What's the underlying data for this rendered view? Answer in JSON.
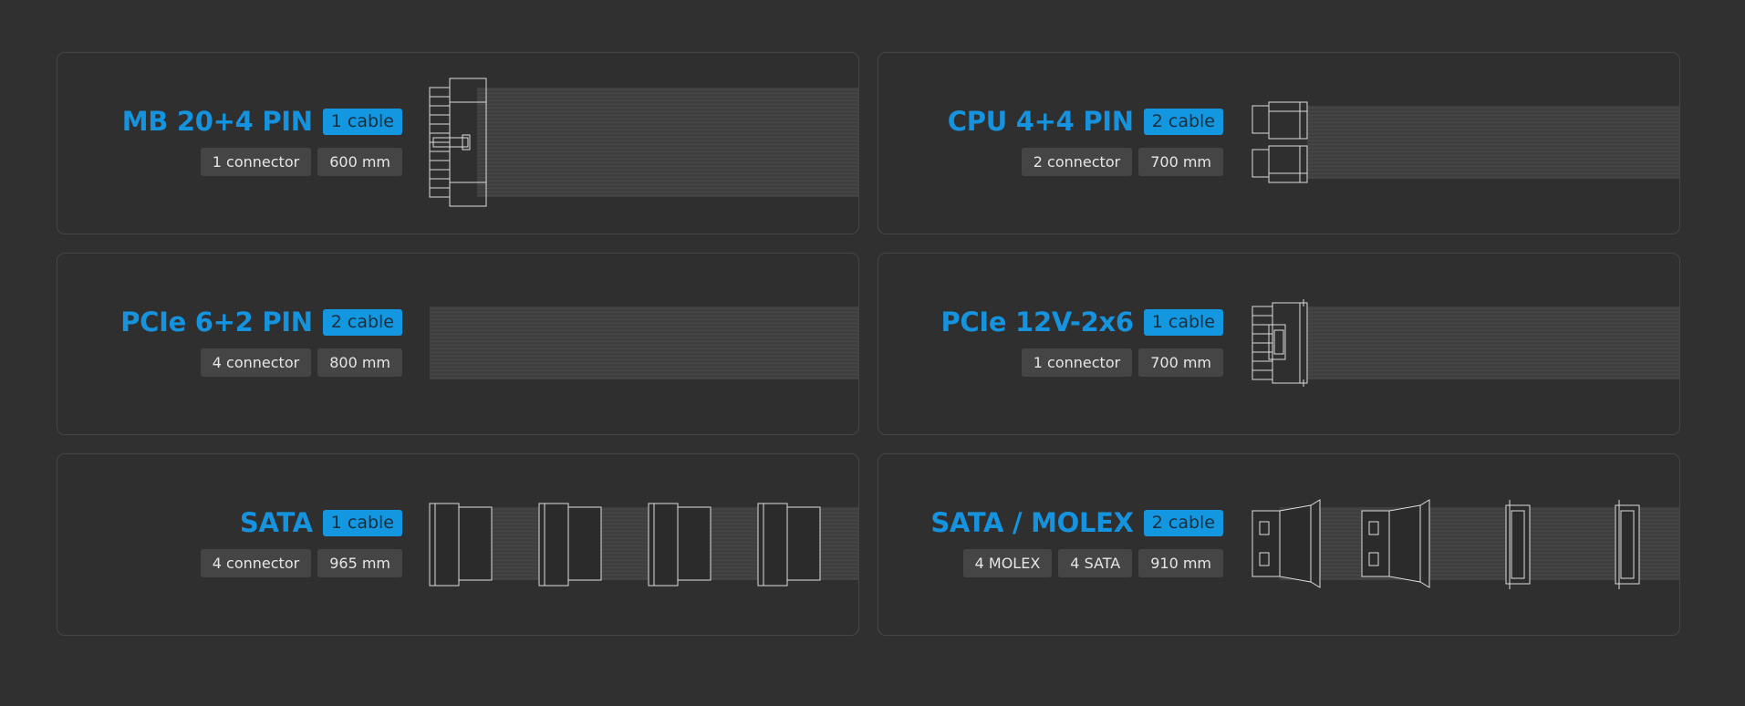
{
  "cards": [
    {
      "title": "MB 20+4 PIN",
      "badge": "1 cable",
      "tags": [
        "1 connector",
        "600 mm"
      ]
    },
    {
      "title": "CPU 4+4 PIN",
      "badge": "2 cable",
      "tags": [
        "2 connector",
        "700 mm"
      ]
    },
    {
      "title": "PCIe 6+2 PIN",
      "badge": "2 cable",
      "tags": [
        "4 connector",
        "800 mm"
      ]
    },
    {
      "title": "PCIe 12V-2x6",
      "badge": "1 cable",
      "tags": [
        "1 connector",
        "700 mm"
      ]
    },
    {
      "title": "SATA",
      "badge": "1 cable",
      "tags": [
        "4 connector",
        "965 mm"
      ]
    },
    {
      "title": "SATA / MOLEX",
      "badge": "2 cable",
      "tags": [
        "4 MOLEX",
        "4 SATA",
        "910 mm"
      ]
    }
  ],
  "colors": {
    "background": "#303030",
    "card_border": "#464646",
    "accent": "#1593de",
    "badge_bg": "#1297e0",
    "tag_bg": "#454545"
  },
  "icons": [
    "atx-24pin-connector-icon",
    "eps-8pin-connector-icon",
    "pcie-ribbon-icon",
    "12vhpwr-connector-icon",
    "sata-connector-icon",
    "molex-connector-icon"
  ]
}
